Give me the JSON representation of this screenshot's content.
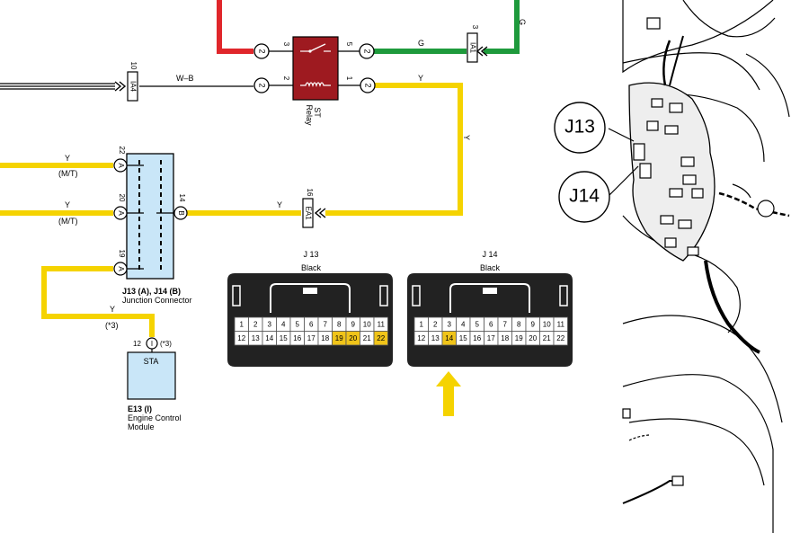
{
  "colors": {
    "yellow": "#f5d300",
    "green": "#1e9a3c",
    "red": "#e0262b",
    "relay_fill": "#9e1a20",
    "module_fill": "#c9e6f8",
    "connector_fill": "#222222",
    "pin_highlight": "#f0c419",
    "arrow": "#f5d300"
  },
  "relay": {
    "name": "ST",
    "sub": "Relay",
    "pins": {
      "p3": "3",
      "p5": "5",
      "p2": "2",
      "p1": "1"
    },
    "term_labels": {
      "t_red_top": "2",
      "t_black": "2",
      "t_green": "2",
      "t_yellow": "2"
    }
  },
  "wires": {
    "g_top": "G",
    "g_mid": "G",
    "wb": "W–B",
    "y_relay": "Y",
    "y_vertical": "Y",
    "y_ea1": "Y",
    "y_a22": "Y",
    "y_a22_note": "(M/T)",
    "y_a20": "Y",
    "y_a20_note": "(M/T)",
    "y_sta": "Y",
    "y_sta_note": "(*3)"
  },
  "connectors_inline": {
    "ia1": {
      "label": "IA1",
      "pin": "3"
    },
    "ia4": {
      "label": "IA4",
      "pin": "10"
    },
    "ea1": {
      "label": "EA1",
      "pin": "16"
    }
  },
  "junction": {
    "pins": {
      "a22": "22",
      "a20": "20",
      "a19": "19",
      "b14": "14"
    },
    "letters": {
      "a": "A",
      "b": "B"
    },
    "title": "J13 (A), J14 (B)",
    "subtitle": "Junction Connector"
  },
  "ecm": {
    "terminal": "STA",
    "pin": "12",
    "pin_letter": "I",
    "note": "(*3)",
    "code": "E13 (I)",
    "name_line1": "Engine Control",
    "name_line2": "Module"
  },
  "connector_views": [
    {
      "title": "J 13",
      "color": "Black",
      "row1": [
        "1",
        "2",
        "3",
        "4",
        "5",
        "6",
        "7",
        "8",
        "9",
        "10",
        "11"
      ],
      "row2": [
        "12",
        "13",
        "14",
        "15",
        "16",
        "17",
        "18",
        "19",
        "20",
        "21",
        "22"
      ],
      "highlight": [
        "19",
        "20",
        "22"
      ]
    },
    {
      "title": "J 14",
      "color": "Black",
      "row1": [
        "1",
        "2",
        "3",
        "4",
        "5",
        "6",
        "7",
        "8",
        "9",
        "10",
        "11"
      ],
      "row2": [
        "12",
        "13",
        "14",
        "15",
        "16",
        "17",
        "18",
        "19",
        "20",
        "21",
        "22"
      ],
      "highlight": [
        "14"
      ]
    }
  ],
  "location": {
    "callout_j13": "J13",
    "callout_j14": "J14"
  }
}
